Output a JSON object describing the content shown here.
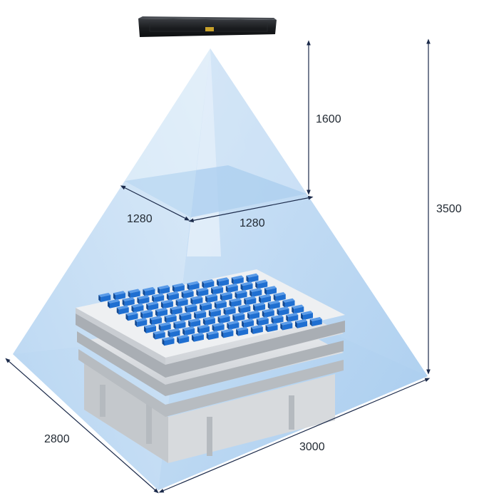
{
  "camera": {
    "model_label": ""
  },
  "dimensions": {
    "near_height": "1600",
    "total_height": "3500",
    "near_depth": "1280",
    "near_width": "1280",
    "far_depth": "2800",
    "far_width": "3000"
  },
  "colors": {
    "fov_light": "#d6e8f7",
    "fov_mid": "#a9cdee",
    "fov_dark": "#7fb3e3",
    "box_blue": "#1f6fd1",
    "tray_light": "#eef0f2",
    "tray_dark": "#b9bec4",
    "dimension_line": "#1b2a4a"
  }
}
